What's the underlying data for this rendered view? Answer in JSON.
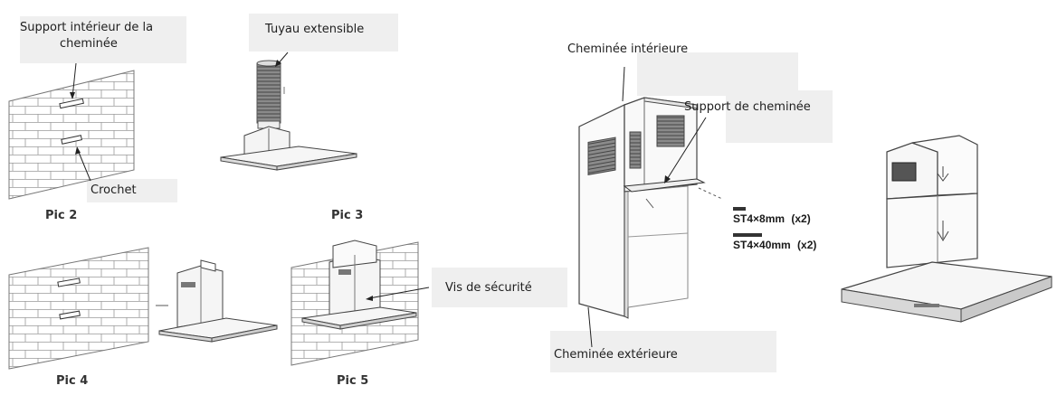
{
  "labels": {
    "support_interieur": "Support intérieur de la cheminée",
    "crochet": "Crochet",
    "tuyau": "Tuyau extensible",
    "vis": "Vis de sécurité",
    "chem_int": "Cheminée intérieure",
    "support_chem": "Support de cheminée",
    "chem_ext": "Cheminée extérieure"
  },
  "captions": {
    "pic2": "Pic 2",
    "pic3": "Pic 3",
    "pic4": "Pic 4",
    "pic5": "Pic 5"
  },
  "screws": {
    "short": "ST4×8mm",
    "short_qty": "(x2)",
    "long": "ST4×40mm",
    "long_qty": "(x2)"
  }
}
